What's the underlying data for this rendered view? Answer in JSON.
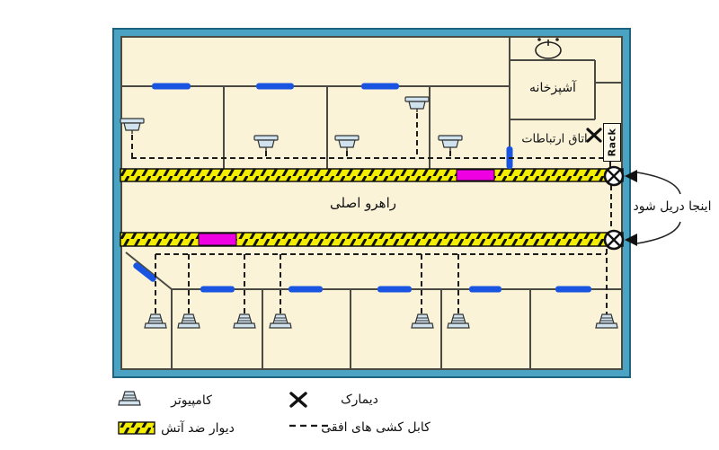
{
  "rooms": {
    "kitchen": "آشپزخانه",
    "comm_room": "اتاق ارتباطات",
    "main_corridor": "راهرو اصلی"
  },
  "annotations": {
    "rack": "Rack",
    "drill_here": "اینجا دریل شود"
  },
  "legend": {
    "computer": "کامپیوتر",
    "demarc": "دیمارک",
    "fire_wall": "دیوار ضد آتش",
    "horizontal_cabling": "کابل کشی های افقی"
  },
  "icons": {
    "computer-icon": "desktop computer",
    "demarc-x-icon": "X mark",
    "drill-point-icon": "circled X on wall",
    "sink-icon": "kitchen sink top view",
    "door-icon": "blue door bar",
    "firewall-swatch-icon": "yellow hatched bar",
    "cable-dash-icon": "dashed line sample"
  },
  "colors": {
    "outer_wall": "#4aa3c2",
    "floor": "#faf3d8",
    "firewall_yellow": "#f3ee00",
    "firewall_gap_magenta": "#ee00e2",
    "door_blue": "#1a55e2",
    "wall_line": "#4a4a42",
    "cable": "#1c1c1c"
  }
}
